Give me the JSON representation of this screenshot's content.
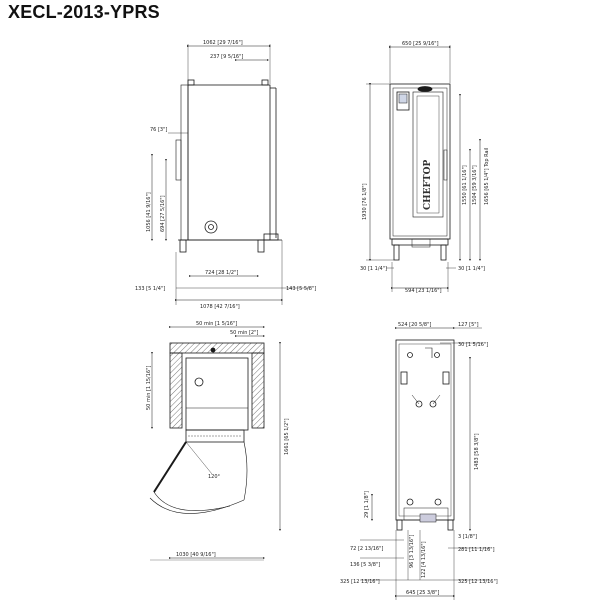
{
  "title": "XECL-2013-YPRS",
  "colors": {
    "line": "#1a1a1a",
    "hatch": "#555555",
    "accent": "#3c5a8c"
  },
  "views": {
    "side": {
      "top_width": "1062 [29 7/16\"]",
      "top_offset": "237 [9 5/16\"]",
      "left_small": "76 [3\"]",
      "height_a": "1056 [41 9/16\"]",
      "height_b": "694 [27 5/16\"]",
      "depth_inner": "724 [28 1/2\"]",
      "left_foot": "133 [5 1/4\"]",
      "right_foot": "143 [5 5/8\"]",
      "depth_total": "1078 [42 7/16\"]"
    },
    "front": {
      "width_top": "650 [25 9/16\"]",
      "height_total": "1930 [76 1/8\"]",
      "height_right_1": "1656 [65 1/4\"] Top Rail",
      "height_right_2": "1504 [59 3/16\"]",
      "height_right_3": "1550 [61 1/16\"]",
      "foot_left": "30 [1 1/4\"]",
      "foot_right": "30 [1 1/4\"]",
      "base_width": "594 [23 1/16\"]",
      "brand": "CHEFTOP"
    },
    "plan": {
      "clearance_top": "50 min [1 5/16\"]",
      "clearance_right": "50 min [2\"]",
      "clearance_left": "50 min [1 15/16\"]",
      "depth": "1661 [65 1/2\"]",
      "door_angle": "120°",
      "width_bottom": "1030 [40 9/16\"]"
    },
    "rear": {
      "width_top": "524 [20 5/8\"]",
      "right_top": "127 [5\"]",
      "right_small": "30 [1 5/16\"]",
      "height_right": "1483 [58 3/8\"]",
      "left_low": "29 [1 1/8\"]",
      "right_low": "3 [1/8\"]",
      "left_1": "72 [2 13/16\"]",
      "right_1": "281 [11 1/16\"]",
      "left_2": "136 [5 3/8\"]",
      "vert_1": "96 [3 13/16\"]",
      "vert_2": "122 [4 13/16\"]",
      "left_3": "325 [12 13/16\"]",
      "right_3": "325 [12 13/16\"]",
      "base_width": "645 [25 3/8\"]"
    }
  }
}
